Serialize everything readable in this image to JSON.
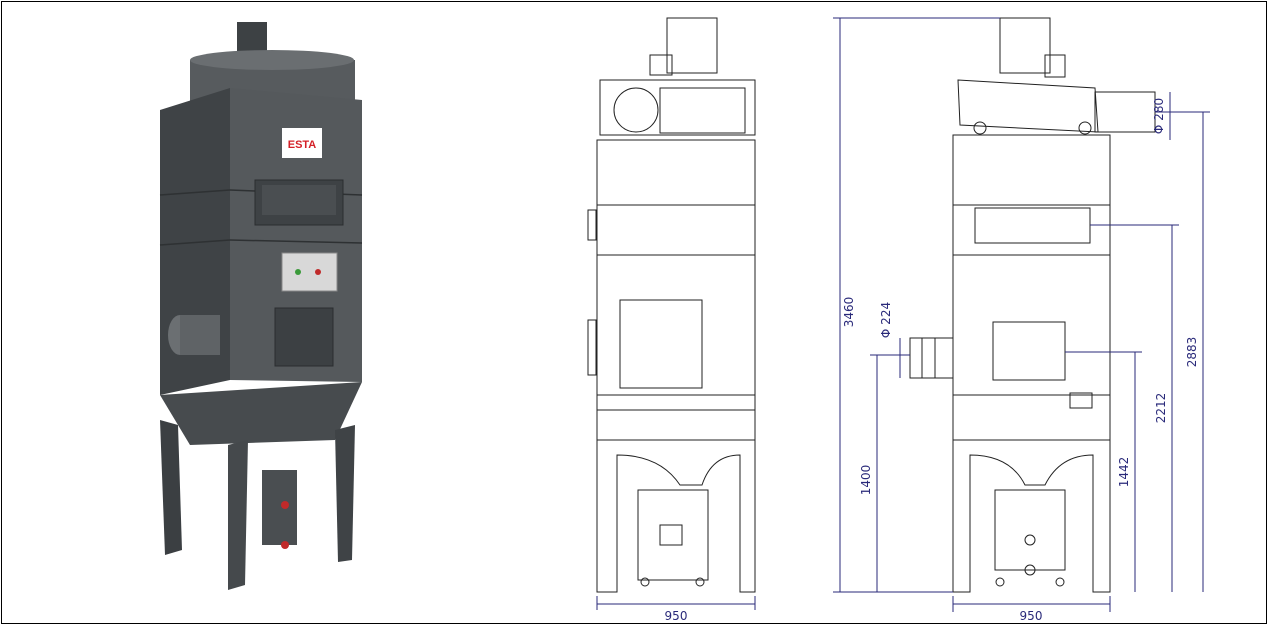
{
  "brand": {
    "logo_text": "ESTA",
    "logo_color": "#d42027",
    "body_color": "#4b4f52"
  },
  "dimensions": {
    "front_width": "950",
    "side_width": "950",
    "total_height": "3460",
    "outlet_height": "2883",
    "panel_height": "2212",
    "inlet_height": "1442",
    "leg_height": "1400",
    "inlet_diameter": "Φ 224",
    "outlet_diameter": "Φ 280"
  },
  "colors": {
    "dimension_line": "#2a2a7a",
    "drawing_line": "#222222"
  }
}
